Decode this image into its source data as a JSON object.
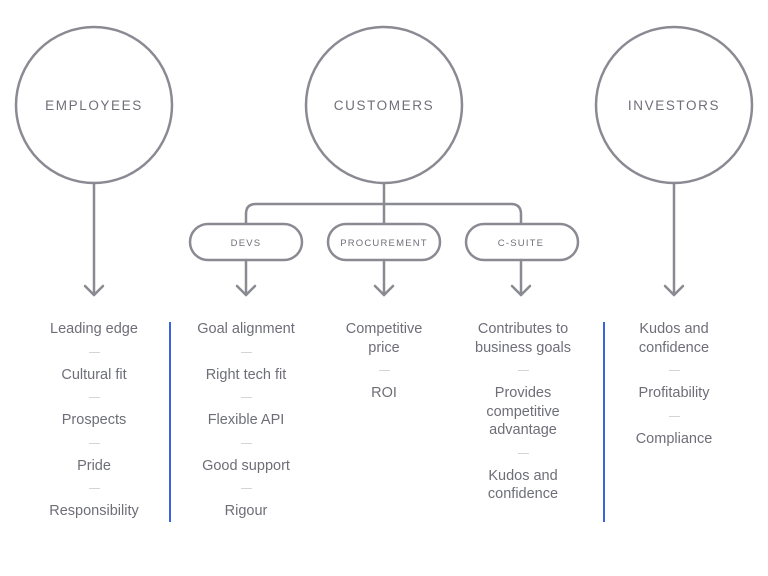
{
  "stakeholders": {
    "employees": {
      "label": "EMPLOYEES"
    },
    "customers": {
      "label": "CUSTOMERS"
    },
    "investors": {
      "label": "INVESTORS"
    }
  },
  "segments": [
    {
      "label": "DEVS"
    },
    {
      "label": "PROCUREMENT"
    },
    {
      "label": "C-SUITE"
    }
  ],
  "lists": {
    "employees": [
      "Leading edge",
      "Cultural fit",
      "Prospects",
      "Pride",
      "Responsibility"
    ],
    "devs": [
      "Goal alignment",
      "Right tech fit",
      "Flexible API",
      "Good support",
      "Rigour"
    ],
    "procurement": [
      "Competitive price",
      "ROI"
    ],
    "csuite": [
      "Contributes to business goals",
      "Provides competitive advantage",
      "Kudos and confidence"
    ],
    "investors": [
      "Kudos and confidence",
      "Profitability",
      "Compliance"
    ]
  },
  "colors": {
    "stroke": "#8a8a93",
    "text": "#6e6e78",
    "divider": "#3b63e0",
    "dash": "#d3d3d8"
  }
}
